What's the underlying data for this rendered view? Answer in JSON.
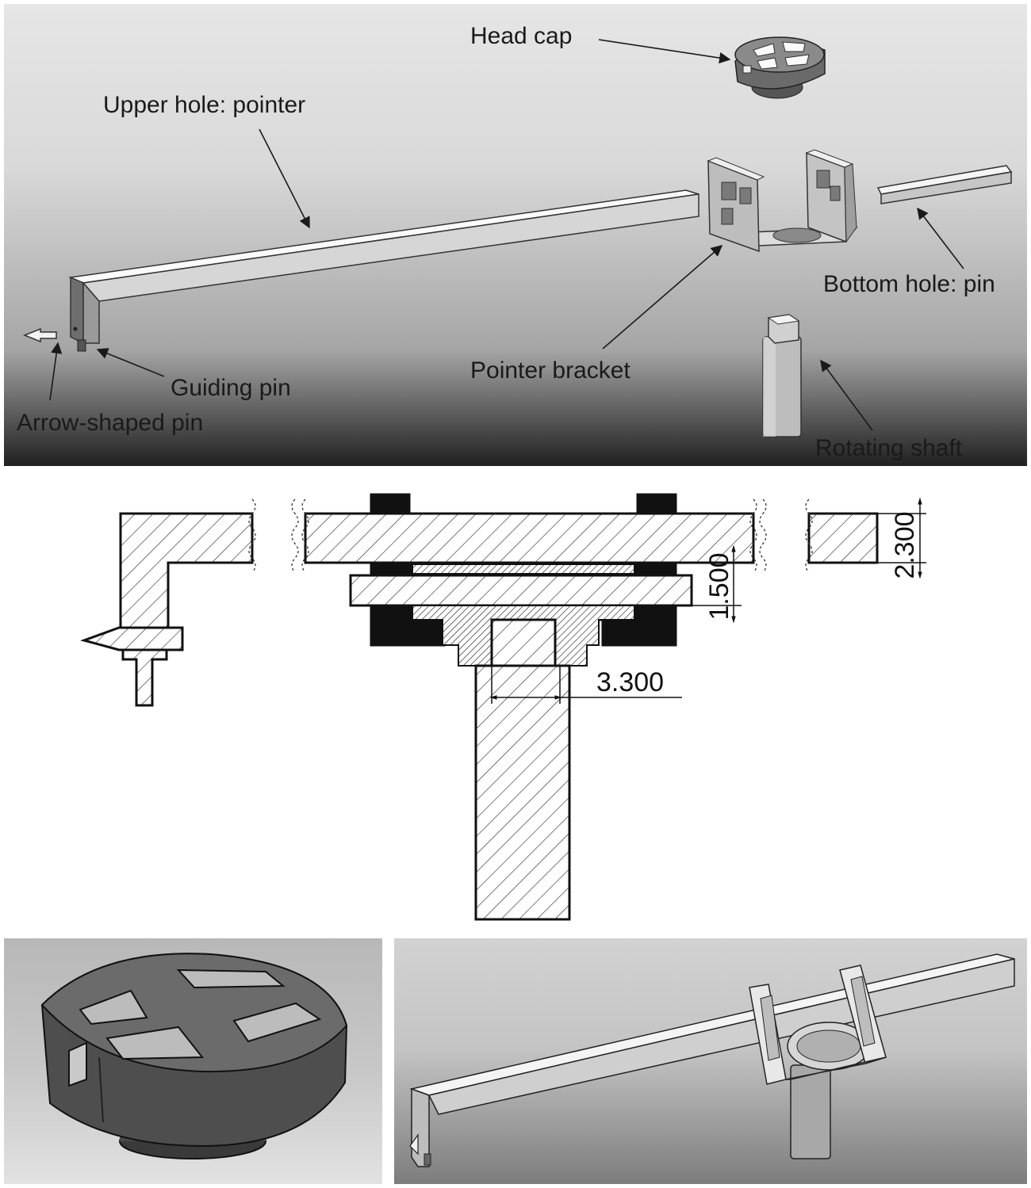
{
  "labels": {
    "head_cap": "Head cap",
    "upper_hole": "Upper hole: pointer",
    "bottom_hole": "Bottom hole: pin",
    "pointer_bracket": "Pointer bracket",
    "guiding_pin": "Guiding pin",
    "arrow_pin": "Arrow-shaped pin",
    "rotating_shaft": "Rotating shaft"
  },
  "dimensions": {
    "d1": "2.300",
    "d2": "1.500",
    "d3": "3.300"
  }
}
